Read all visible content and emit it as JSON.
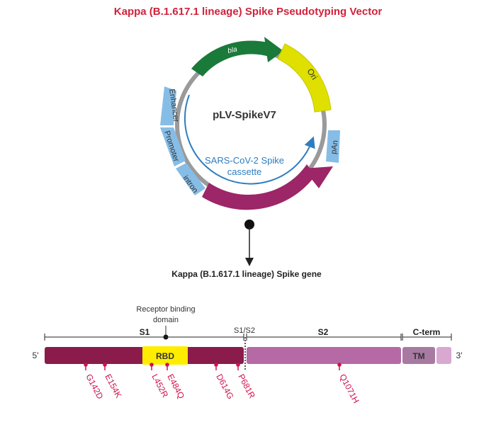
{
  "title": "Kappa (B.1.617.1 lineage) Spike Pseudotyping Vector",
  "plasmid": {
    "name": "pLV-SpikeV7",
    "inner_label_line1": "SARS-CoV-2 Spike",
    "inner_label_line2": "cassette",
    "features": {
      "bla": "bla",
      "ori": "Ori",
      "pan": "pAn",
      "spike": "Kappa (B.1.617.1 lineage) Spike gene",
      "intron": "intron",
      "promoter": "Promoter",
      "enhancer": "Enhancer"
    }
  },
  "gene_heading": "Kappa (B.1.617.1 lineage) Spike gene",
  "domain_map": {
    "rbd_callout_line1": "Receptor binding",
    "rbd_callout_line2": "domain",
    "region_s1": "S1",
    "region_s1s2": "S1/S2",
    "region_s2": "S2",
    "region_cterm": "C-term",
    "rbd": "RBD",
    "tm": "TM",
    "five_prime": "5'",
    "three_prime": "3'",
    "mutations": [
      "G142D",
      "E154K",
      "L452R",
      "E484Q",
      "D614G",
      "P681R",
      "Q1071H"
    ]
  },
  "colors": {
    "title": "#d0223a",
    "bla": "#1a7a3a",
    "ori": "#e0e000",
    "blue_segments": "#86bde6",
    "spike_plasmid": "#9c2667",
    "backbone": "#9a9a9a",
    "inner_arrow": "#2e7dc0",
    "s1": "#8a1b4a",
    "s2": "#b56aa5",
    "tm": "#a87aa2",
    "cterm_tail": "#d8a8d0",
    "rbd": "#ffed00",
    "mutation": "#d0114a"
  }
}
